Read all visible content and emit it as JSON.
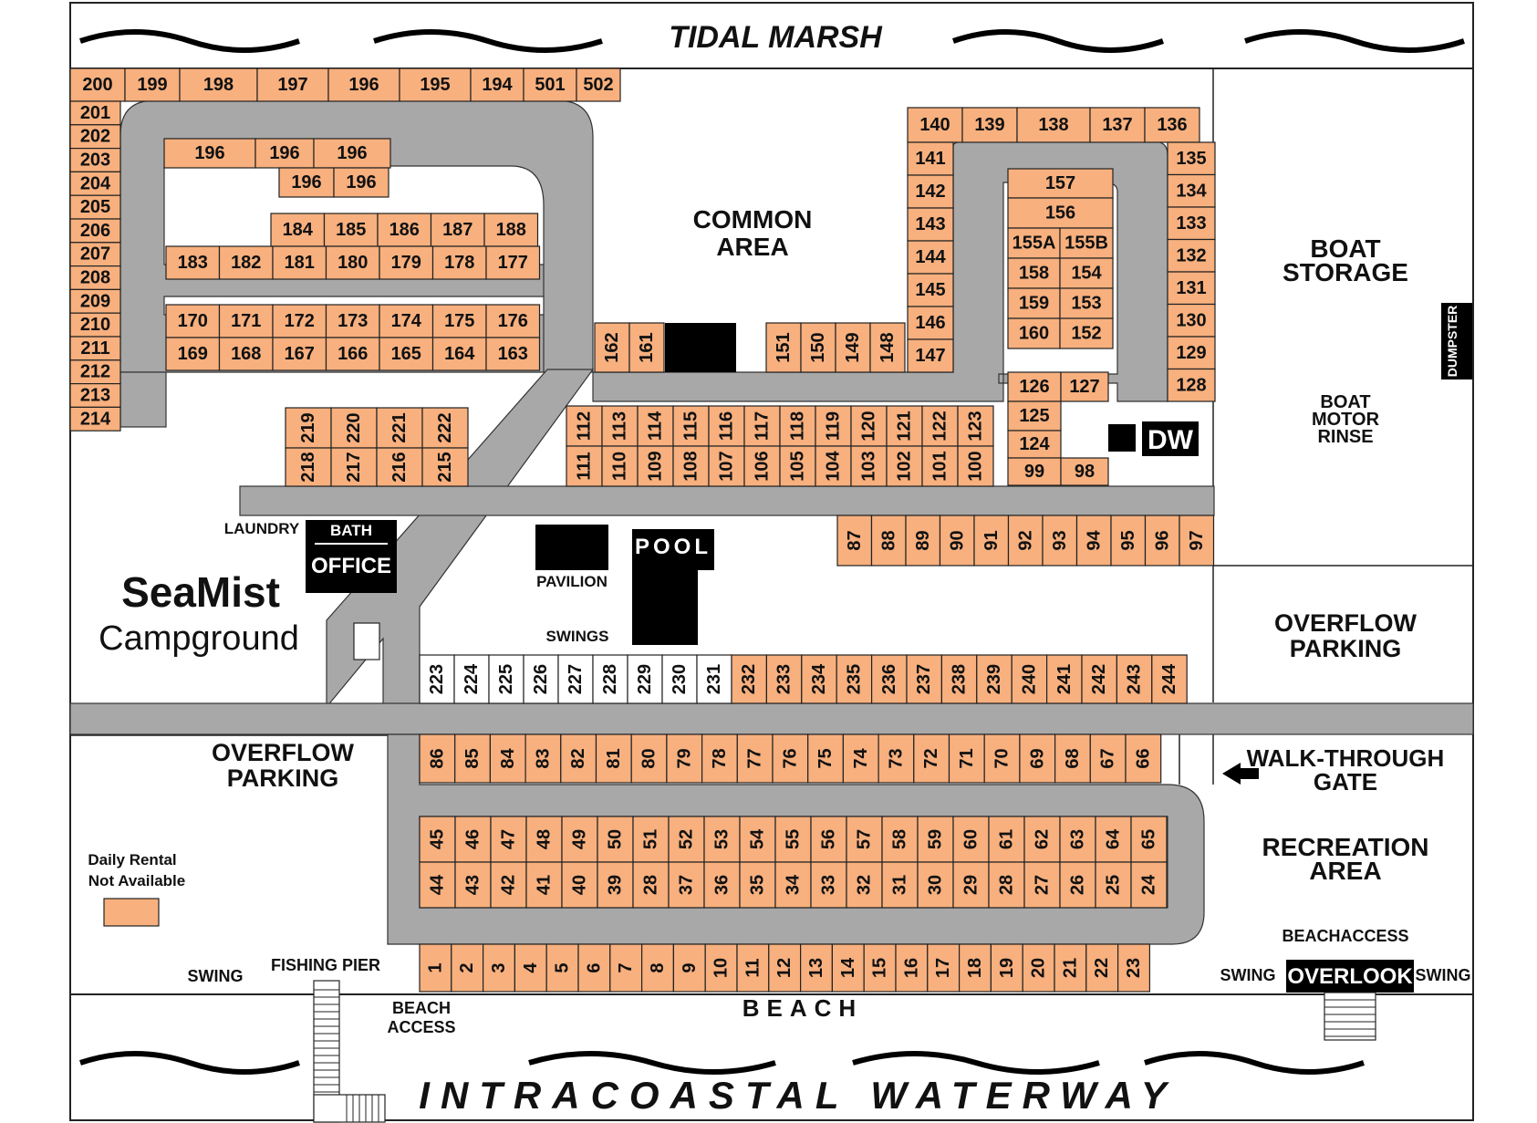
{
  "title": "SeaMist",
  "subtitle": "Campground",
  "areas": {
    "tidal_marsh": "TIDAL MARSH",
    "waterway": "INTRACOASTAL WATERWAY",
    "common_area_1": "COMMON",
    "common_area_2": "AREA",
    "boat_storage_1": "BOAT",
    "boat_storage_2": "STORAGE",
    "dumpster": "DUMPSTER",
    "boat_motor_1": "BOAT",
    "boat_motor_2": "MOTOR",
    "boat_motor_3": "RINSE",
    "dw": "DW",
    "laundry": "LAUNDRY",
    "bath": "BATH",
    "office": "OFFICE",
    "pavilion": "PAVILION",
    "pool": "POOL",
    "swings": "SWINGS",
    "overflow_right_1": "OVERFLOW",
    "overflow_right_2": "PARKING",
    "overflow_left_1": "OVERFLOW",
    "overflow_left_2": "PARKING",
    "walk_gate_1": "WALK-THROUGH",
    "walk_gate_2": "GATE",
    "recreation_1": "RECREATION",
    "recreation_2": "AREA",
    "beach_access_right": "BEACHACCESS",
    "swing_left": "SWING",
    "swing_r1": "SWING",
    "swing_r2": "SWING",
    "overlook": "OVERLOOK",
    "fishing_pier": "FISHING PIER",
    "beach_access_1": "BEACH",
    "beach_access_2": "ACCESS",
    "beach": "BEACH",
    "legend_1": "Daily Rental",
    "legend_2": "Not Available"
  },
  "sites": {
    "top_row": [
      "200",
      "199",
      "198",
      "197",
      "196",
      "195",
      "194",
      "501",
      "502"
    ],
    "left_col": [
      "201",
      "202",
      "203",
      "204",
      "205",
      "206",
      "207",
      "208",
      "209",
      "210",
      "211",
      "212",
      "213",
      "214"
    ],
    "inner_top": [
      "196",
      "196",
      "196"
    ],
    "inner_top2": [
      "196",
      "196"
    ],
    "row_184": [
      "184",
      "185",
      "186",
      "187",
      "188"
    ],
    "row_183": [
      "183",
      "182",
      "181",
      "180",
      "179",
      "178",
      "177"
    ],
    "row_170": [
      "170",
      "171",
      "172",
      "173",
      "174",
      "175",
      "176"
    ],
    "row_169": [
      "169",
      "168",
      "167",
      "166",
      "165",
      "164",
      "163"
    ],
    "row_219": [
      "219",
      "220",
      "221",
      "222"
    ],
    "row_218": [
      "218",
      "217",
      "216",
      "215"
    ],
    "pair_162": [
      "162",
      "161"
    ],
    "row_151": [
      "151",
      "150",
      "149",
      "148"
    ],
    "row_140": [
      "140",
      "139",
      "138",
      "137",
      "136"
    ],
    "col_141": [
      "141",
      "142",
      "143",
      "144",
      "145",
      "146",
      "147"
    ],
    "col_135": [
      "135",
      "134",
      "133",
      "132",
      "131",
      "130",
      "129",
      "128"
    ],
    "center_157": "157",
    "center_156": "156",
    "center_left": [
      "155A",
      "158",
      "159",
      "160"
    ],
    "center_right": [
      "155B",
      "154",
      "153",
      "152"
    ],
    "row_126": [
      "126",
      "127"
    ],
    "site_125": "125",
    "site_124": "124",
    "row_99": [
      "99",
      "98"
    ],
    "row_112": [
      "112",
      "113",
      "114",
      "115",
      "116",
      "117",
      "118",
      "119",
      "120",
      "121",
      "122",
      "123"
    ],
    "row_111": [
      "111",
      "110",
      "109",
      "108",
      "107",
      "106",
      "105",
      "104",
      "103",
      "102",
      "101",
      "100"
    ],
    "row_87": [
      "87",
      "88",
      "89",
      "90",
      "91",
      "92",
      "93",
      "94",
      "95",
      "96",
      "97"
    ],
    "row_223": [
      "223",
      "224",
      "225",
      "226",
      "227",
      "228",
      "229",
      "230",
      "231"
    ],
    "row_232": [
      "232",
      "233",
      "234",
      "235",
      "236",
      "237",
      "238",
      "239",
      "240",
      "241",
      "242",
      "243",
      "244"
    ],
    "row_86": [
      "86",
      "85",
      "84",
      "83",
      "82",
      "81",
      "80",
      "79",
      "78",
      "77",
      "76",
      "75",
      "74",
      "73",
      "72",
      "71",
      "70",
      "69",
      "68",
      "67",
      "66"
    ],
    "row_45": [
      "45",
      "46",
      "47",
      "48",
      "49",
      "50",
      "51",
      "52",
      "53",
      "54",
      "55",
      "56",
      "57",
      "58",
      "59",
      "60",
      "61",
      "62",
      "63",
      "64",
      "65"
    ],
    "row_44": [
      "44",
      "43",
      "42",
      "41",
      "40",
      "39",
      "28",
      "37",
      "36",
      "35",
      "34",
      "33",
      "32",
      "31",
      "30",
      "29",
      "28",
      "27",
      "26",
      "25",
      "24"
    ],
    "row_1": [
      "1",
      "2",
      "3",
      "4",
      "5",
      "6",
      "7",
      "8",
      "9",
      "10",
      "11",
      "12",
      "13",
      "14",
      "15",
      "16",
      "17",
      "18",
      "19",
      "20",
      "21",
      "22",
      "23"
    ]
  },
  "colors": {
    "site": "#f7b07e",
    "road": "#a8a8a8",
    "building": "#000000"
  }
}
